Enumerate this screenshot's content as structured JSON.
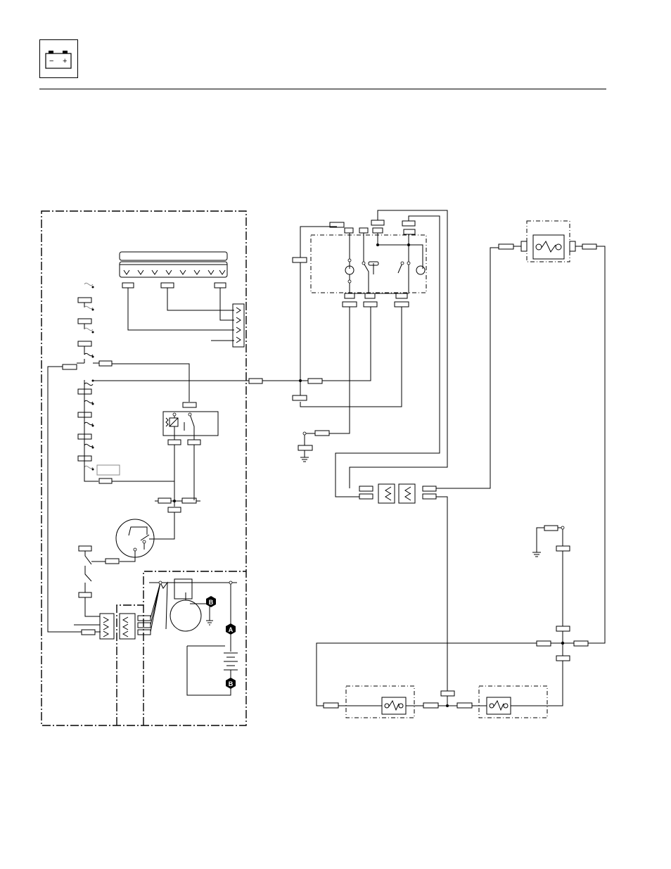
{
  "header": {
    "icon": "battery-icon",
    "battery_minus": "−",
    "battery_plus": "+"
  },
  "schematic": {
    "markers": [
      {
        "id": "B1",
        "label": "B"
      },
      {
        "id": "A1",
        "label": "A"
      },
      {
        "id": "B2",
        "label": "B"
      }
    ]
  },
  "colors": {
    "line": "#000000",
    "background": "#ffffff"
  }
}
